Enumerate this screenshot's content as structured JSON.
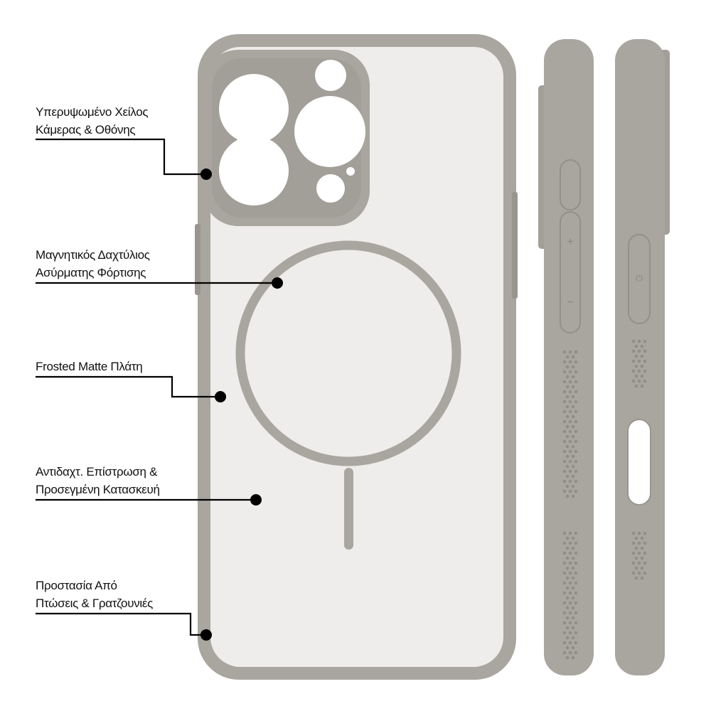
{
  "colors": {
    "case": "#a9a59f",
    "case_dark": "#9a958f",
    "panel": "#eeedeb",
    "line": "#000000"
  },
  "callouts": [
    {
      "line1": "Υπερυψωμένο Χείλος",
      "line2": "Κάμερας & Οθόνης"
    },
    {
      "line1": "Μαγνητικός Δαχτύλιος",
      "line2": "Ασύρματης Φόρτισης"
    },
    {
      "line1": "Frosted Matte Πλάτη",
      "line2": ""
    },
    {
      "line1": "Αντιδαχτ. Επίστρωση &",
      "line2": "Προσεγμένη Κατασκευή"
    },
    {
      "line1": "Προστασία Από",
      "line2": "Πτώσεις & Γρατζουνιές"
    }
  ],
  "side_buttons": {
    "plus": "+",
    "minus": "−",
    "power": "⏻"
  }
}
